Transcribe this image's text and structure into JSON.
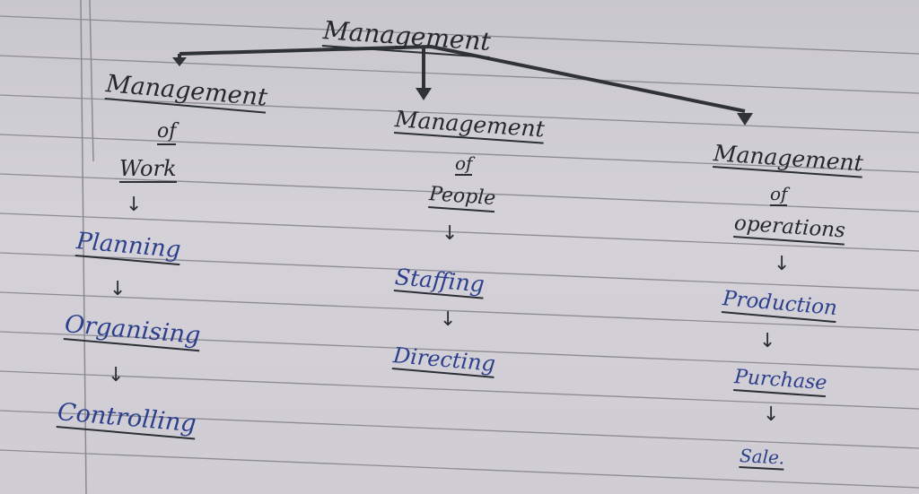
{
  "diagram": {
    "title": "Management",
    "branches": [
      {
        "heading": "Management",
        "of": "of",
        "subject": "Work",
        "items": [
          "Planning",
          "Organising",
          "Controlling"
        ]
      },
      {
        "heading": "Management",
        "of": "of",
        "subject": "People",
        "items": [
          "Staffing",
          "Directing"
        ]
      },
      {
        "heading": "Management",
        "of": "of",
        "subject": "operations",
        "items": [
          "Production",
          "Purchase",
          "Sale."
        ]
      }
    ],
    "colors": {
      "paper": "#d0ced4",
      "rule_line": "#8a8a92",
      "ink_black": "#25282e",
      "ink_blue": "#2b3f8c"
    }
  }
}
